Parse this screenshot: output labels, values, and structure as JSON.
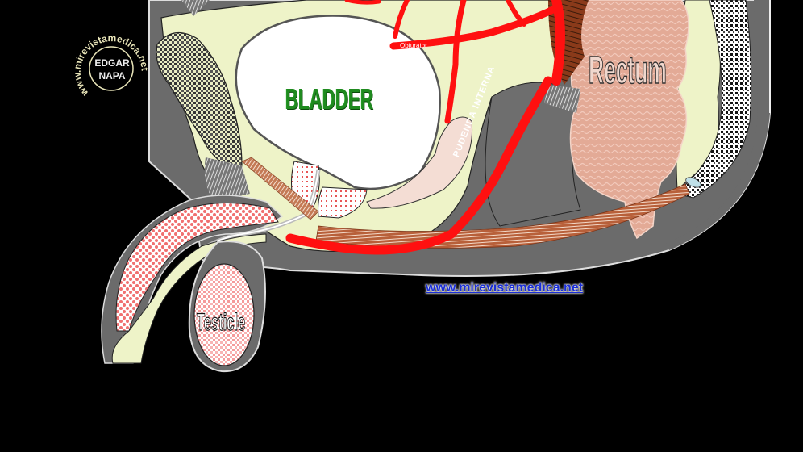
{
  "diagram": {
    "title": "Male pelvis sagittal section",
    "labels": {
      "bladder": "BLADDER",
      "rectum": "Rectum",
      "testicle": "Testicle",
      "obturator": "Obturator",
      "pudenda_interna": "PUDENDA INTERNA"
    },
    "watermark": {
      "ring_text": "www.mirevistamedica.net",
      "name_line1": "EDGAR",
      "name_line2": "NAPA"
    },
    "site_link": "www.mirevistamedica.net",
    "colors": {
      "background": "#000000",
      "outer_body": "#6b6b6b",
      "tissue": "#eef3c8",
      "artery": "#ff1010",
      "bladder": "#ffffff",
      "bladder_label": "#1f8a1f",
      "rectum": "#e3aa96",
      "muscle": "#b8603a",
      "erectile": "#f27a7a",
      "link": "#1a2ed6"
    }
  }
}
